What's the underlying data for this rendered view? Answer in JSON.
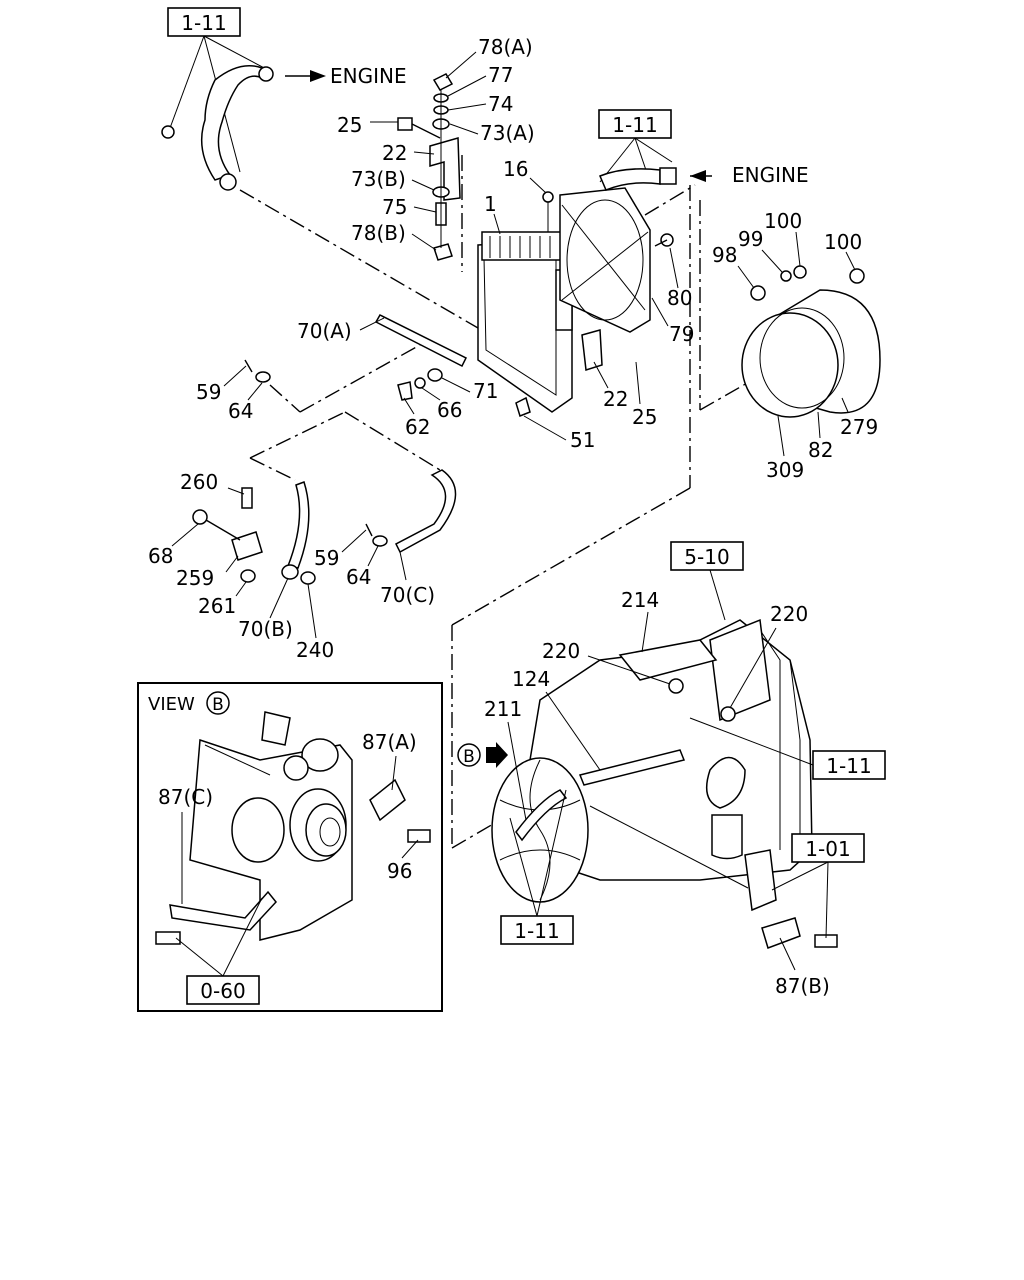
{
  "refs": {
    "r1": "1-11",
    "r2": "1-11",
    "r3": "5-10",
    "r4": "1-11",
    "r5": "1-01",
    "r6": "1-11",
    "r7": "0-60"
  },
  "arrows": {
    "engine_top": "ENGINE",
    "engine_right": "ENGINE"
  },
  "callouts": {
    "c78a": "78(A)",
    "c77": "77",
    "c74": "74",
    "c73a": "73(A)",
    "c25a": "25",
    "c22a": "22",
    "c73b": "73(B)",
    "c75": "75",
    "c78b": "78(B)",
    "c16": "16",
    "c1": "1",
    "c98": "98",
    "c99": "99",
    "c100a": "100",
    "c100b": "100",
    "c80": "80",
    "c79": "79",
    "c70a": "70(A)",
    "c59a": "59",
    "c64a": "64",
    "c71": "71",
    "c66": "66",
    "c62": "62",
    "c22b": "22",
    "c25b": "25",
    "c51": "51",
    "c279": "279",
    "c82": "82",
    "c309": "309",
    "c260": "260",
    "c68": "68",
    "c259": "259",
    "c261": "261",
    "c70b": "70(B)",
    "c240": "240",
    "c59b": "59",
    "c64b": "64",
    "c70c": "70(C)",
    "c214": "214",
    "c220a": "220",
    "c220b": "220",
    "c124": "124",
    "c211": "211",
    "c87a": "87(A)",
    "c87c": "87(C)",
    "c96": "96",
    "c87b": "87(B)"
  },
  "view": {
    "label": "VIEW",
    "marker": "B"
  },
  "marker_b": "B"
}
